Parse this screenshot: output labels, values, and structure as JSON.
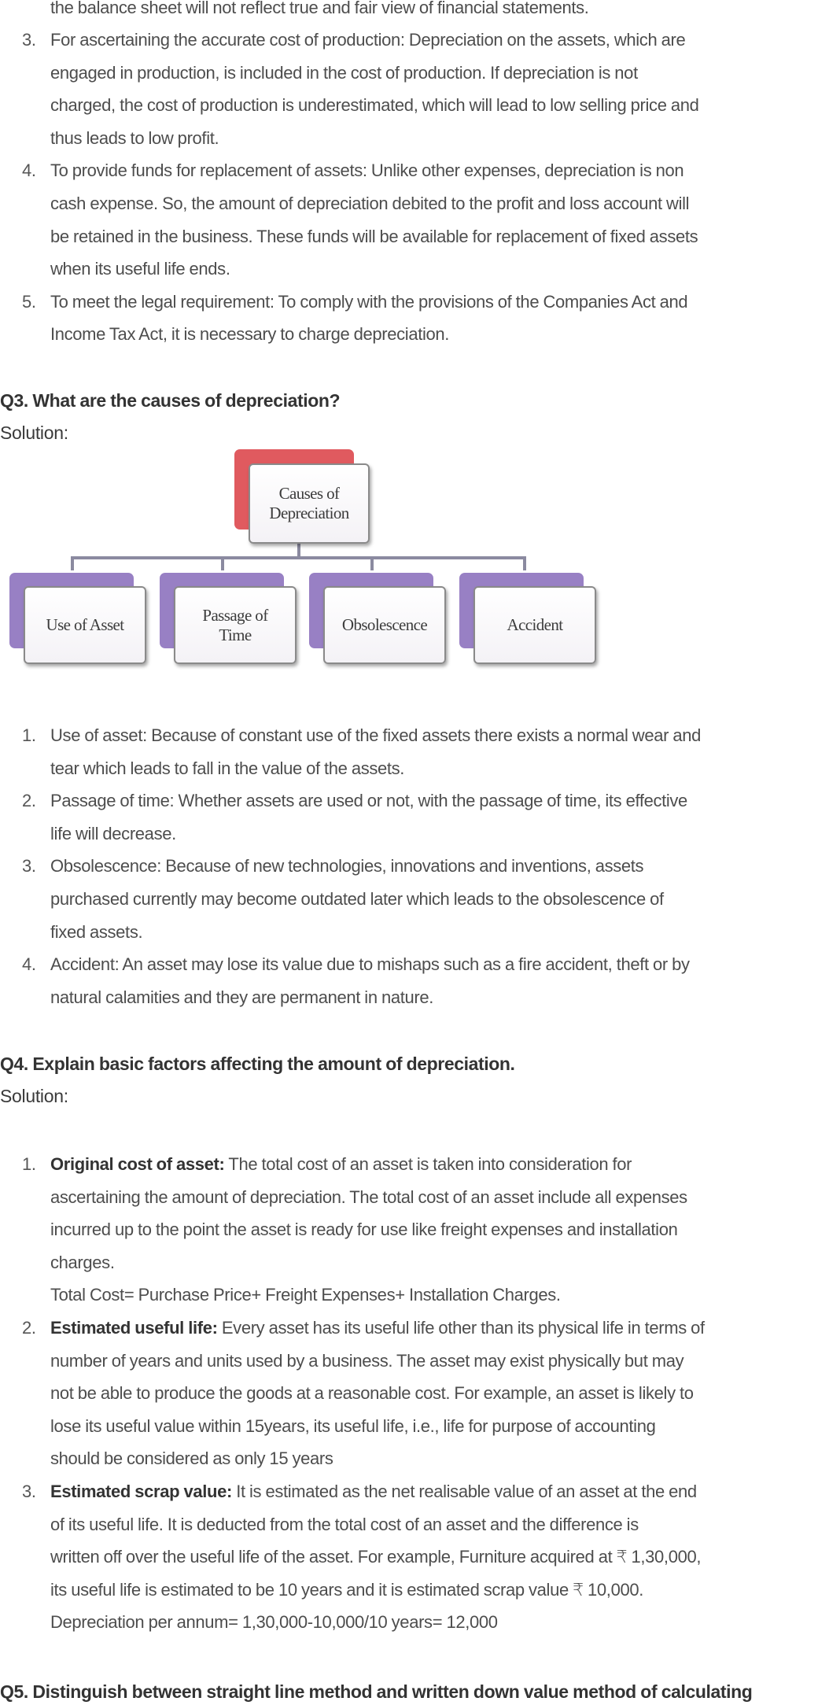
{
  "continued_list": {
    "partial_line": "the balance sheet will not reflect true and fair view of financial statements.",
    "items": [
      {
        "number": "3.",
        "lines": [
          "For ascertaining the accurate cost of production: Depreciation on the assets, which are",
          "engaged in production, is included in the cost of production. If depreciation is not",
          "charged, the cost of production is underestimated, which will lead to low selling price and",
          "thus leads to low profit."
        ]
      },
      {
        "number": "4.",
        "lines": [
          "To provide funds for replacement of assets: Unlike other expenses, depreciation is non",
          "cash expense. So, the amount of depreciation debited to the profit and loss account will",
          "be retained in the business. These funds will be available for replacement of fixed assets",
          "when its useful life ends."
        ]
      },
      {
        "number": "5.",
        "lines": [
          "To meet the legal requirement: To comply with the provisions of the Companies Act and",
          "Income Tax Act, it is necessary to charge depreciation."
        ]
      }
    ]
  },
  "q3": {
    "question": "Q3. What are the causes of depreciation?",
    "solution_label": "Solution:",
    "diagram": {
      "root": {
        "label_line1": "Causes of",
        "label_line2": "Depreciation",
        "color": "#e05a5f"
      },
      "children": [
        {
          "label_line1": "Use of Asset",
          "label_line2": ""
        },
        {
          "label_line1": "Passage of",
          "label_line2": "Time"
        },
        {
          "label_line1": "Obsolescence",
          "label_line2": ""
        },
        {
          "label_line1": "Accident",
          "label_line2": ""
        }
      ],
      "child_color": "#9880c4",
      "connector_color": "#8b8aa0"
    },
    "items": [
      {
        "number": "1.",
        "lines": [
          "Use of asset: Because of constant use of the fixed assets there exists a normal wear and",
          "tear which leads to fall in the value of the assets."
        ]
      },
      {
        "number": "2.",
        "lines": [
          "Passage of time: Whether assets are used or not, with the passage of time, its effective",
          "life will decrease."
        ]
      },
      {
        "number": "3.",
        "lines": [
          "Obsolescence: Because of new technologies, innovations and inventions, assets",
          "purchased currently may become outdated later which leads to the obsolescence of",
          "fixed assets."
        ]
      },
      {
        "number": "4.",
        "lines": [
          "Accident: An asset may lose its value due to mishaps such as a fire accident, theft or by",
          "natural calamities and they are permanent in nature."
        ]
      }
    ]
  },
  "q4": {
    "question": "Q4. Explain basic factors affecting the amount of depreciation.",
    "solution_label": "Solution:",
    "items": [
      {
        "number": "1.",
        "bold": "Original cost of asset:",
        "first_line_rest": " The total cost of an asset is taken into consideration for",
        "lines": [
          "ascertaining the amount of depreciation. The total cost of an asset include all expenses",
          "incurred up to the point the asset is ready for use like freight expenses and installation",
          "charges.",
          "Total Cost= Purchase Price+ Freight Expenses+ Installation Charges."
        ]
      },
      {
        "number": "2.",
        "bold": "Estimated useful life:",
        "first_line_rest": " Every asset has its useful life other than its physical life in terms of",
        "lines": [
          "number of years and units used by a business. The asset may exist physically but may",
          "not be able to produce the goods at a reasonable cost. For example, an asset is likely to",
          "lose its useful value within 15years, its useful life, i.e., life for purpose of accounting",
          "should be considered as only 15 years"
        ]
      },
      {
        "number": "3.",
        "bold": "Estimated scrap value:",
        "first_line_rest": " It is estimated as the net realisable value of an asset at the end",
        "lines": [
          "of its useful life. It is deducted from the total cost of an asset and the difference is",
          "written off over the useful life of the asset. For example, Furniture acquired at ₹ 1,30,000,",
          "its useful life is estimated to be 10 years and it is estimated scrap value ₹ 10,000.",
          "Depreciation per annum= 1,30,000-10,000/10 years= 12,000"
        ]
      }
    ]
  },
  "q5": {
    "question": "Q5. Distinguish between straight line method and written down value method of calculating"
  }
}
